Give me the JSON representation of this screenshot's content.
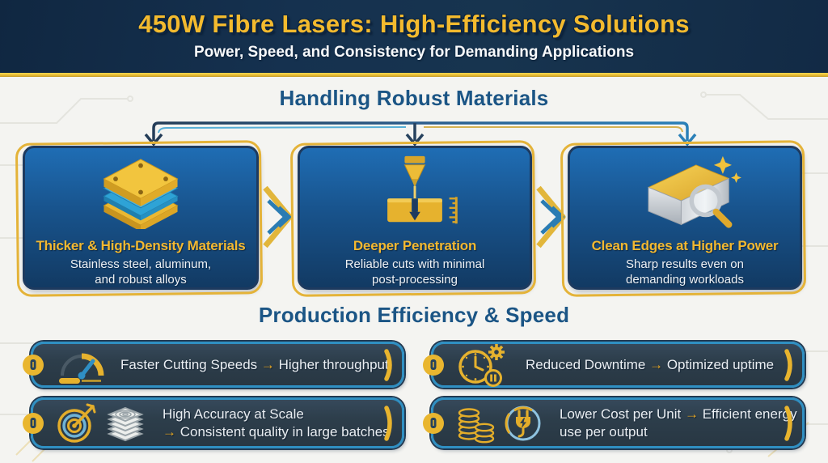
{
  "header": {
    "title": "450W Fibre Lasers: High-Efficiency Solutions",
    "subtitle": "Power, Speed, and Consistency for Demanding Applications"
  },
  "sections": {
    "materials": {
      "title": "Handling Robust Materials",
      "cards": [
        {
          "icon": "layered-plates-icon",
          "title": "Thicker & High-Density Materials",
          "description_line1": "Stainless steel, aluminum,",
          "description_line2": "and robust alloys"
        },
        {
          "icon": "laser-cutting-icon",
          "title": "Deeper Penetration",
          "description_line1": "Reliable cuts with minimal",
          "description_line2": "post-processing"
        },
        {
          "icon": "metal-ingot-magnifier-icon",
          "title": "Clean Edges at Higher Power",
          "description_line1": "Sharp results even on",
          "description_line2": "demanding workloads"
        }
      ]
    },
    "efficiency": {
      "title": "Production Efficiency & Speed",
      "items": [
        {
          "icons": [
            "speedometer-icon"
          ],
          "badge_icon": "bullet-badge-icon",
          "label": "Faster Cutting Speeds",
          "arrow": "→",
          "result": "Higher throughput"
        },
        {
          "icons": [
            "clock-gear-pause-icon"
          ],
          "badge_icon": "bullet-badge-icon",
          "label": "Reduced Downtime",
          "arrow": "→",
          "result": "Optimized uptime"
        },
        {
          "icons": [
            "target-arrow-icon",
            "sheet-stack-icon"
          ],
          "badge_icon": "bullet-badge-icon",
          "label": "High Accuracy at Scale",
          "arrow": "→",
          "result": "Consistent quality in large batches"
        },
        {
          "icons": [
            "coin-stacks-icon",
            "power-plug-icon"
          ],
          "badge_icon": "bullet-badge-icon",
          "label": "Lower Cost per Unit",
          "arrow": "→",
          "result": "Efficient energy use per output"
        }
      ]
    }
  },
  "colors": {
    "header_navy": "#14304F",
    "accent_gold": "#E9B62F",
    "section_title_blue": "#1B5585",
    "card_blue_top": "#1E6CB2",
    "card_blue_bottom": "#123A63",
    "card_border_navy": "#1D3A5F",
    "card_title_gold": "#F2B831",
    "pill_fill": "#2D3E4B",
    "pill_border_blue": "#2F8FC2",
    "arrow_gold": "#EAA821",
    "text_white": "#EFF3F7",
    "background": "#F4F4F1"
  }
}
